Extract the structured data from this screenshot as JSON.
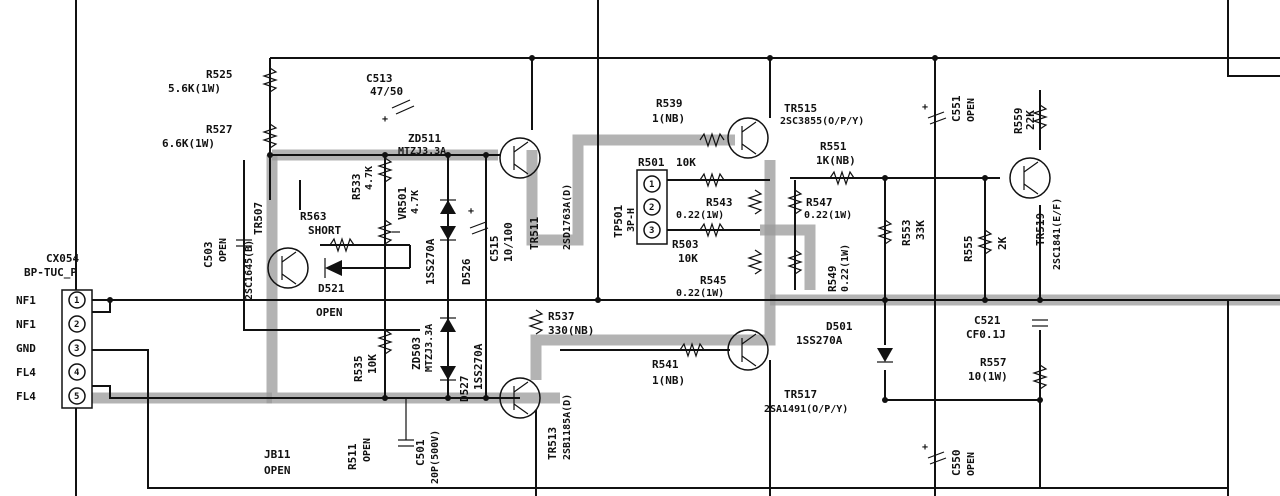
{
  "connector": {
    "ref": "CX054",
    "type": "BP-TUC_P",
    "pins": [
      {
        "name": "NF1",
        "num": "1"
      },
      {
        "name": "NF1",
        "num": "2"
      },
      {
        "name": "GND",
        "num": "3"
      },
      {
        "name": "FL4",
        "num": "4"
      },
      {
        "name": "FL4",
        "num": "5"
      }
    ]
  },
  "components": {
    "r525": {
      "ref": "R525",
      "value": "5.6K(1W)"
    },
    "r527": {
      "ref": "R527",
      "value": "6.6K(1W)"
    },
    "c513": {
      "ref": "C513",
      "value": "47/50"
    },
    "zd511": {
      "ref": "ZD511",
      "value": "MTZJ3.3A"
    },
    "tr511": {
      "ref": "TR511",
      "value": "2SD1763A(D)"
    },
    "tr507": {
      "ref": "TR507",
      "value": "2SC1645(B)"
    },
    "c503": {
      "ref": "C503",
      "value": "OPEN"
    },
    "r563": {
      "ref": "R563",
      "value": "SHORT"
    },
    "d521": {
      "ref": "D521"
    },
    "r533": {
      "ref": "R533",
      "value": "4.7K"
    },
    "vr501": {
      "ref": "VR501",
      "value": "4.7K"
    },
    "d526": {
      "ref": "D526",
      "value": "1SS270A"
    },
    "c515": {
      "ref": "C515",
      "value": "10/100"
    },
    "open1": "OPEN",
    "r535": {
      "ref": "R535",
      "value": "10K"
    },
    "zd503": {
      "ref": "ZD503",
      "value": "MTZJ3.3A"
    },
    "d527": {
      "ref": "D527",
      "value": "1SS270A"
    },
    "r537": {
      "ref": "R537",
      "value": "330(NB)"
    },
    "tr513": {
      "ref": "TR513",
      "value": "2SB1185A(D)"
    },
    "jb11": {
      "ref": "JB11",
      "value": "OPEN"
    },
    "r511": {
      "ref": "R511",
      "value": "OPEN"
    },
    "c501": {
      "ref": "C501",
      "value": "20P(500V)"
    },
    "r539": {
      "ref": "R539",
      "value": "1(NB)"
    },
    "tr515": {
      "ref": "TR515",
      "value": "2SC3855(O/P/Y)"
    },
    "r501": {
      "ref": "R501",
      "value": "10K"
    },
    "tp501": {
      "ref": "TP501",
      "value": "3P-H"
    },
    "r503": {
      "ref": "R503",
      "value": "10K"
    },
    "r543": {
      "ref": "R543",
      "value": "0.22(1W)"
    },
    "r545": {
      "ref": "R545",
      "value": "0.22(1W)"
    },
    "r547": {
      "ref": "R547",
      "value": "0.22(1W)"
    },
    "r549": {
      "ref": "R549",
      "value": "0.22(1W)"
    },
    "r551": {
      "ref": "R551",
      "value": "1K(NB)"
    },
    "r541": {
      "ref": "R541",
      "value": "1(NB)"
    },
    "tr517": {
      "ref": "TR517",
      "value": "2SA1491(O/P/Y)"
    },
    "d501": {
      "ref": "D501",
      "value": "1SS270A"
    },
    "r553": {
      "ref": "R553",
      "value": "33K"
    },
    "c551": {
      "ref": "C551",
      "value": "OPEN"
    },
    "c550": {
      "ref": "C550",
      "value": "OPEN"
    },
    "r555": {
      "ref": "R555",
      "value": "2K"
    },
    "r559": {
      "ref": "R559",
      "value": "22K"
    },
    "tr519": {
      "ref": "TR519",
      "value": "2SC1841(E/F)"
    },
    "c521": {
      "ref": "C521",
      "value": "CF0.1J"
    },
    "r557": {
      "ref": "R557",
      "value": "10(1W)"
    }
  }
}
